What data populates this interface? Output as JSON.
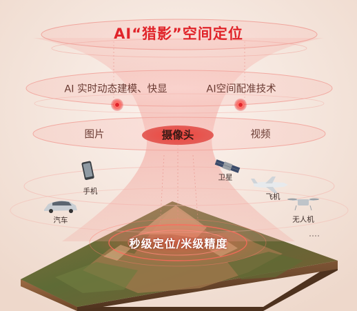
{
  "title": "AI“猎影”空间定位",
  "layer1": {
    "left": "AI 实时动态建模、快显",
    "right": "AI空间配准技术"
  },
  "layer2": {
    "left": "图片",
    "center": "摄像头",
    "right": "视频"
  },
  "devices": {
    "phone": "手机",
    "car": "汽车",
    "satellite": "卫星",
    "airplane": "飞机",
    "drone": "无人机"
  },
  "bottom_label": "秒级定位/米级精度",
  "colors": {
    "accent": "#e0242a",
    "ring": "#f2a8a0",
    "background": "#f7ebe4"
  }
}
